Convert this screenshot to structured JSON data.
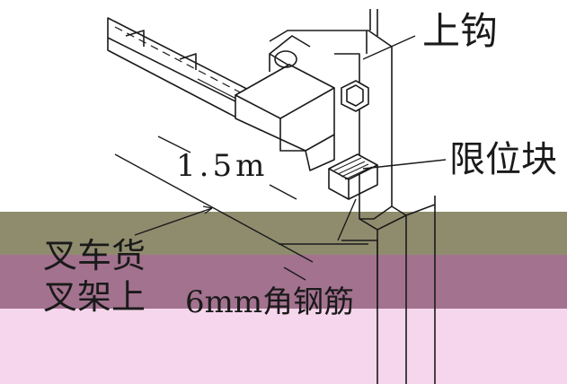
{
  "diagram": {
    "labels": {
      "upper_hook": "上钩",
      "limit_block": "限位块",
      "distance": "1.5m",
      "pallet_line1": "叉车货",
      "pallet_line2": "叉架上",
      "angle_steel": "6mm角钢筋"
    },
    "band_colors": {
      "olive": "#8f8c6e",
      "mauve": "#a3728f",
      "pink": "#f5d6ec"
    },
    "line_color": "#1a1a1a"
  }
}
